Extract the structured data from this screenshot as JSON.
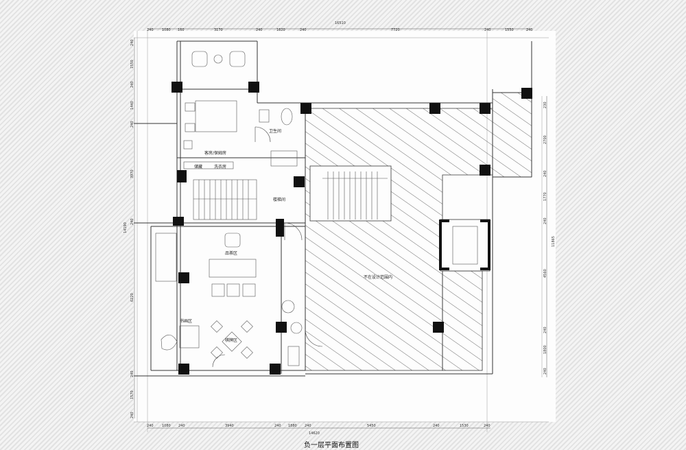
{
  "drawing_title": "负一层平面布置图",
  "rooms": {
    "bathroom": "卫生间",
    "guest_room": "客房/保姆房",
    "stairwell": "楼梯间",
    "tea_area": "品茶区",
    "chess_room": "棋牌区",
    "reading_area": "书画区",
    "excluded_zone": "不在设计范围内",
    "laundry": "洗衣房",
    "storage": "储藏"
  },
  "dimensions": {
    "top_total": "16510",
    "top_segments": [
      "240",
      "1080",
      "160",
      "3170",
      "240",
      "1620",
      "240",
      "7720",
      "240",
      "1550",
      "240"
    ],
    "bottom_total": "14620",
    "bottom_segments": [
      "240",
      "1080",
      "240",
      "3940",
      "240",
      "1880",
      "240",
      "5450",
      "240",
      "1530",
      "240"
    ],
    "left_total": "14190",
    "left_segments": [
      "240",
      "1550",
      "240",
      "1440",
      "240",
      "3970",
      "240",
      "6220",
      "240",
      "1570",
      "240"
    ],
    "right_total": "11865",
    "right_segments": [
      "230",
      "2700",
      "240",
      "1770",
      "240",
      "4560",
      "240",
      "1800",
      "240"
    ]
  }
}
